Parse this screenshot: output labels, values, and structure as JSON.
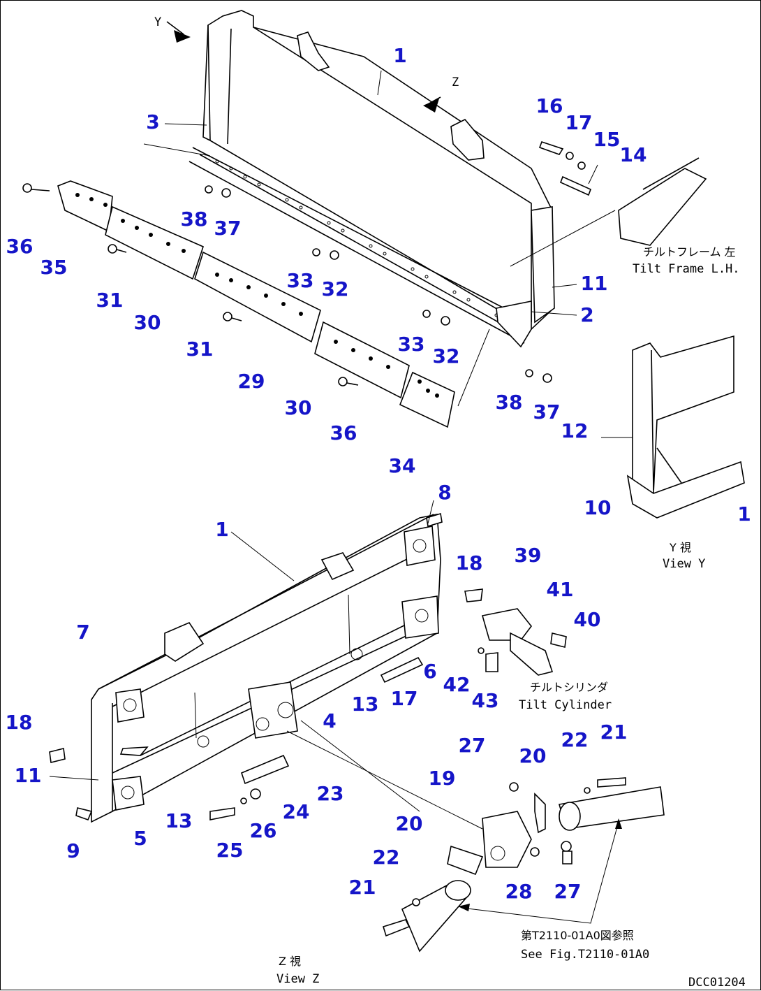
{
  "view_markers": {
    "y": "Y",
    "z": "Z"
  },
  "callouts": [
    "1",
    "2",
    "3",
    "4",
    "5",
    "6",
    "7",
    "8",
    "9",
    "10",
    "11",
    "12",
    "13",
    "14",
    "15",
    "16",
    "17",
    "18",
    "19",
    "20",
    "21",
    "22",
    "23",
    "24",
    "25",
    "26",
    "27",
    "28",
    "29",
    "30",
    "31",
    "32",
    "33",
    "34",
    "35",
    "36",
    "37",
    "38",
    "39",
    "40",
    "41",
    "42",
    "43"
  ],
  "notes": {
    "tilt_frame_jp": "チルトフレーム 左",
    "tilt_frame_en": "Tilt Frame L.H.",
    "view_y_jp": "Y 視",
    "view_y_en": "View Y",
    "tilt_cylinder_jp": "チルトシリンダ",
    "tilt_cylinder_en": "Tilt Cylinder",
    "see_fig_jp": "第T2110-01A0図参照",
    "see_fig_en": "See Fig.T2110-01A0",
    "view_z_jp": "Z 視",
    "view_z_en": "View Z",
    "drawing_code": "DCC01204"
  }
}
